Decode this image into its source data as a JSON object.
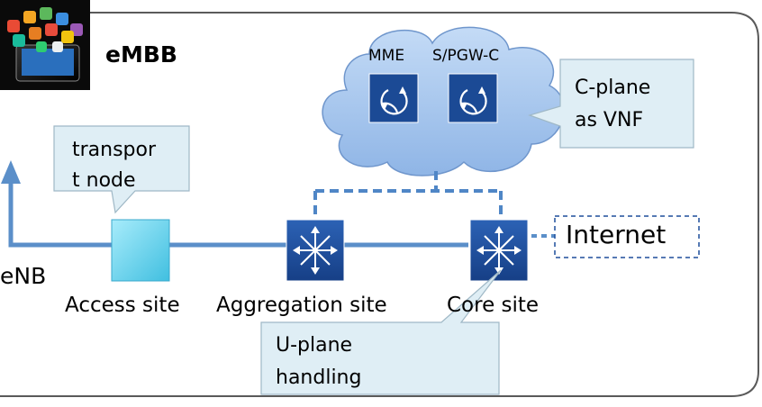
{
  "scenario": {
    "title": "eMBB"
  },
  "cloud": {
    "functions": [
      {
        "label": "MME",
        "icon": "router-circle-icon"
      },
      {
        "label": "S/PGW-C",
        "icon": "router-circle-icon"
      }
    ]
  },
  "callouts": {
    "transport_node": "transpor\nt node",
    "c_plane": "C-plane\nas VNF",
    "u_plane": "U-plane\nhandling"
  },
  "nodes": {
    "enb": "eNB",
    "access_site": "Access site",
    "aggregation_site": "Aggregation site",
    "core_site": "Core site",
    "internet": "Internet"
  },
  "colors": {
    "link": "#5b8fc9",
    "cloud_fill": "#a9c8ee",
    "router_fill": "#1f4e9b",
    "function_fill": "#1b4a95",
    "callout_fill": "#dfeef5",
    "access_box": "#7fd8f0"
  }
}
